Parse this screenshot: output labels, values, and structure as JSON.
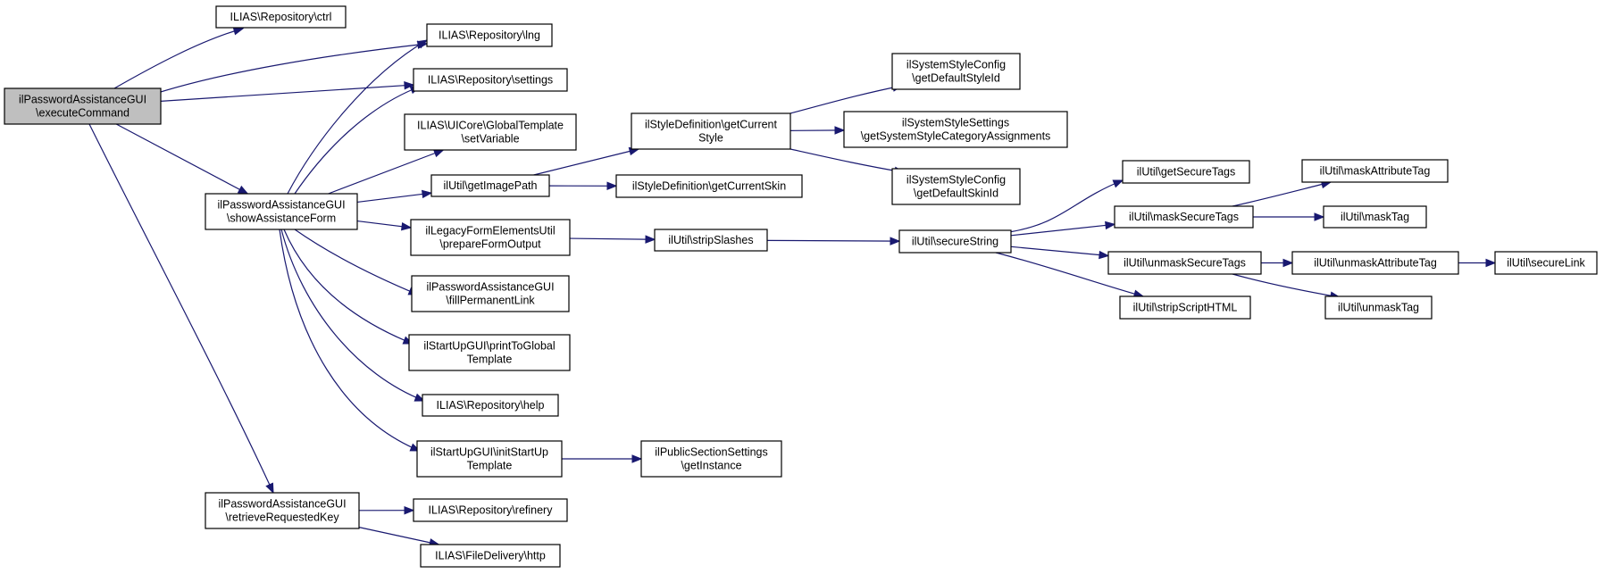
{
  "theme": {
    "edge_color": "#191970",
    "root_fill": "#bfbfbf",
    "node_fill": "#ffffff",
    "border": "#000000"
  },
  "nodes": [
    {
      "id": "root",
      "root": true,
      "lines": [
        "ilPasswordAssistanceGUI",
        "\\executeCommand"
      ]
    },
    {
      "id": "ctrl",
      "lines": [
        "ILIAS\\Repository\\ctrl"
      ]
    },
    {
      "id": "lng",
      "lines": [
        "ILIAS\\Repository\\lng"
      ]
    },
    {
      "id": "settings",
      "lines": [
        "ILIAS\\Repository\\settings"
      ]
    },
    {
      "id": "showForm",
      "lines": [
        "ilPasswordAssistanceGUI",
        "\\showAssistanceForm"
      ]
    },
    {
      "id": "retrieveKey",
      "lines": [
        "ilPasswordAssistanceGUI",
        "\\retrieveRequestedKey"
      ]
    },
    {
      "id": "setVariable",
      "lines": [
        "ILIAS\\UICore\\GlobalTemplate",
        "\\setVariable"
      ]
    },
    {
      "id": "getImagePath",
      "lines": [
        "ilUtil\\getImagePath"
      ]
    },
    {
      "id": "prepareFormOutput",
      "lines": [
        "ilLegacyFormElementsUtil",
        "\\prepareFormOutput"
      ]
    },
    {
      "id": "fillPermanentLink",
      "lines": [
        "ilPasswordAssistanceGUI",
        "\\fillPermanentLink"
      ]
    },
    {
      "id": "printToGlobal",
      "lines": [
        "ilStartUpGUI\\printToGlobal",
        "Template"
      ]
    },
    {
      "id": "help",
      "lines": [
        "ILIAS\\Repository\\help"
      ]
    },
    {
      "id": "initStartUp",
      "lines": [
        "ilStartUpGUI\\initStartUp",
        "Template"
      ]
    },
    {
      "id": "refinery",
      "lines": [
        "ILIAS\\Repository\\refinery"
      ]
    },
    {
      "id": "http",
      "lines": [
        "ILIAS\\FileDelivery\\http"
      ]
    },
    {
      "id": "getCurrentStyle",
      "lines": [
        "ilStyleDefinition\\getCurrent",
        "Style"
      ]
    },
    {
      "id": "getCurrentSkin",
      "lines": [
        "ilStyleDefinition\\getCurrentSkin"
      ]
    },
    {
      "id": "stripSlashes",
      "lines": [
        "ilUtil\\stripSlashes"
      ]
    },
    {
      "id": "publicSection",
      "lines": [
        "ilPublicSectionSettings",
        "\\getInstance"
      ]
    },
    {
      "id": "defaultStyleId",
      "lines": [
        "ilSystemStyleConfig",
        "\\getDefaultStyleId"
      ]
    },
    {
      "id": "categoryAssign",
      "lines": [
        "ilSystemStyleSettings",
        "\\getSystemStyleCategoryAssignments"
      ]
    },
    {
      "id": "defaultSkinId",
      "lines": [
        "ilSystemStyleConfig",
        "\\getDefaultSkinId"
      ]
    },
    {
      "id": "secureString",
      "lines": [
        "ilUtil\\secureString"
      ]
    },
    {
      "id": "getSecureTags",
      "lines": [
        "ilUtil\\getSecureTags"
      ]
    },
    {
      "id": "maskSecureTags",
      "lines": [
        "ilUtil\\maskSecureTags"
      ]
    },
    {
      "id": "unmaskSecureTags",
      "lines": [
        "ilUtil\\unmaskSecureTags"
      ]
    },
    {
      "id": "stripScriptHTML",
      "lines": [
        "ilUtil\\stripScriptHTML"
      ]
    },
    {
      "id": "maskAttributeTag",
      "lines": [
        "ilUtil\\maskAttributeTag"
      ]
    },
    {
      "id": "maskTag",
      "lines": [
        "ilUtil\\maskTag"
      ]
    },
    {
      "id": "unmaskAttributeTag",
      "lines": [
        "ilUtil\\unmaskAttributeTag"
      ]
    },
    {
      "id": "unmaskTag",
      "lines": [
        "ilUtil\\unmaskTag"
      ]
    },
    {
      "id": "secureLink",
      "lines": [
        "ilUtil\\secureLink"
      ]
    }
  ],
  "edges": [
    [
      "root",
      "ctrl"
    ],
    [
      "root",
      "lng"
    ],
    [
      "root",
      "settings"
    ],
    [
      "root",
      "showForm"
    ],
    [
      "root",
      "retrieveKey"
    ],
    [
      "showForm",
      "lng"
    ],
    [
      "showForm",
      "settings"
    ],
    [
      "showForm",
      "setVariable"
    ],
    [
      "showForm",
      "getImagePath"
    ],
    [
      "showForm",
      "prepareFormOutput"
    ],
    [
      "showForm",
      "fillPermanentLink"
    ],
    [
      "showForm",
      "printToGlobal"
    ],
    [
      "showForm",
      "help"
    ],
    [
      "showForm",
      "initStartUp"
    ],
    [
      "retrieveKey",
      "refinery"
    ],
    [
      "retrieveKey",
      "http"
    ],
    [
      "getImagePath",
      "getCurrentStyle"
    ],
    [
      "getImagePath",
      "getCurrentSkin"
    ],
    [
      "prepareFormOutput",
      "stripSlashes"
    ],
    [
      "initStartUp",
      "publicSection"
    ],
    [
      "getCurrentStyle",
      "defaultStyleId"
    ],
    [
      "getCurrentStyle",
      "categoryAssign"
    ],
    [
      "getCurrentStyle",
      "defaultSkinId"
    ],
    [
      "stripSlashes",
      "secureString"
    ],
    [
      "secureString",
      "getSecureTags"
    ],
    [
      "secureString",
      "maskSecureTags"
    ],
    [
      "secureString",
      "unmaskSecureTags"
    ],
    [
      "secureString",
      "stripScriptHTML"
    ],
    [
      "maskSecureTags",
      "maskAttributeTag"
    ],
    [
      "maskSecureTags",
      "maskTag"
    ],
    [
      "unmaskSecureTags",
      "unmaskAttributeTag"
    ],
    [
      "unmaskSecureTags",
      "unmaskTag"
    ],
    [
      "unmaskAttributeTag",
      "secureLink"
    ]
  ]
}
